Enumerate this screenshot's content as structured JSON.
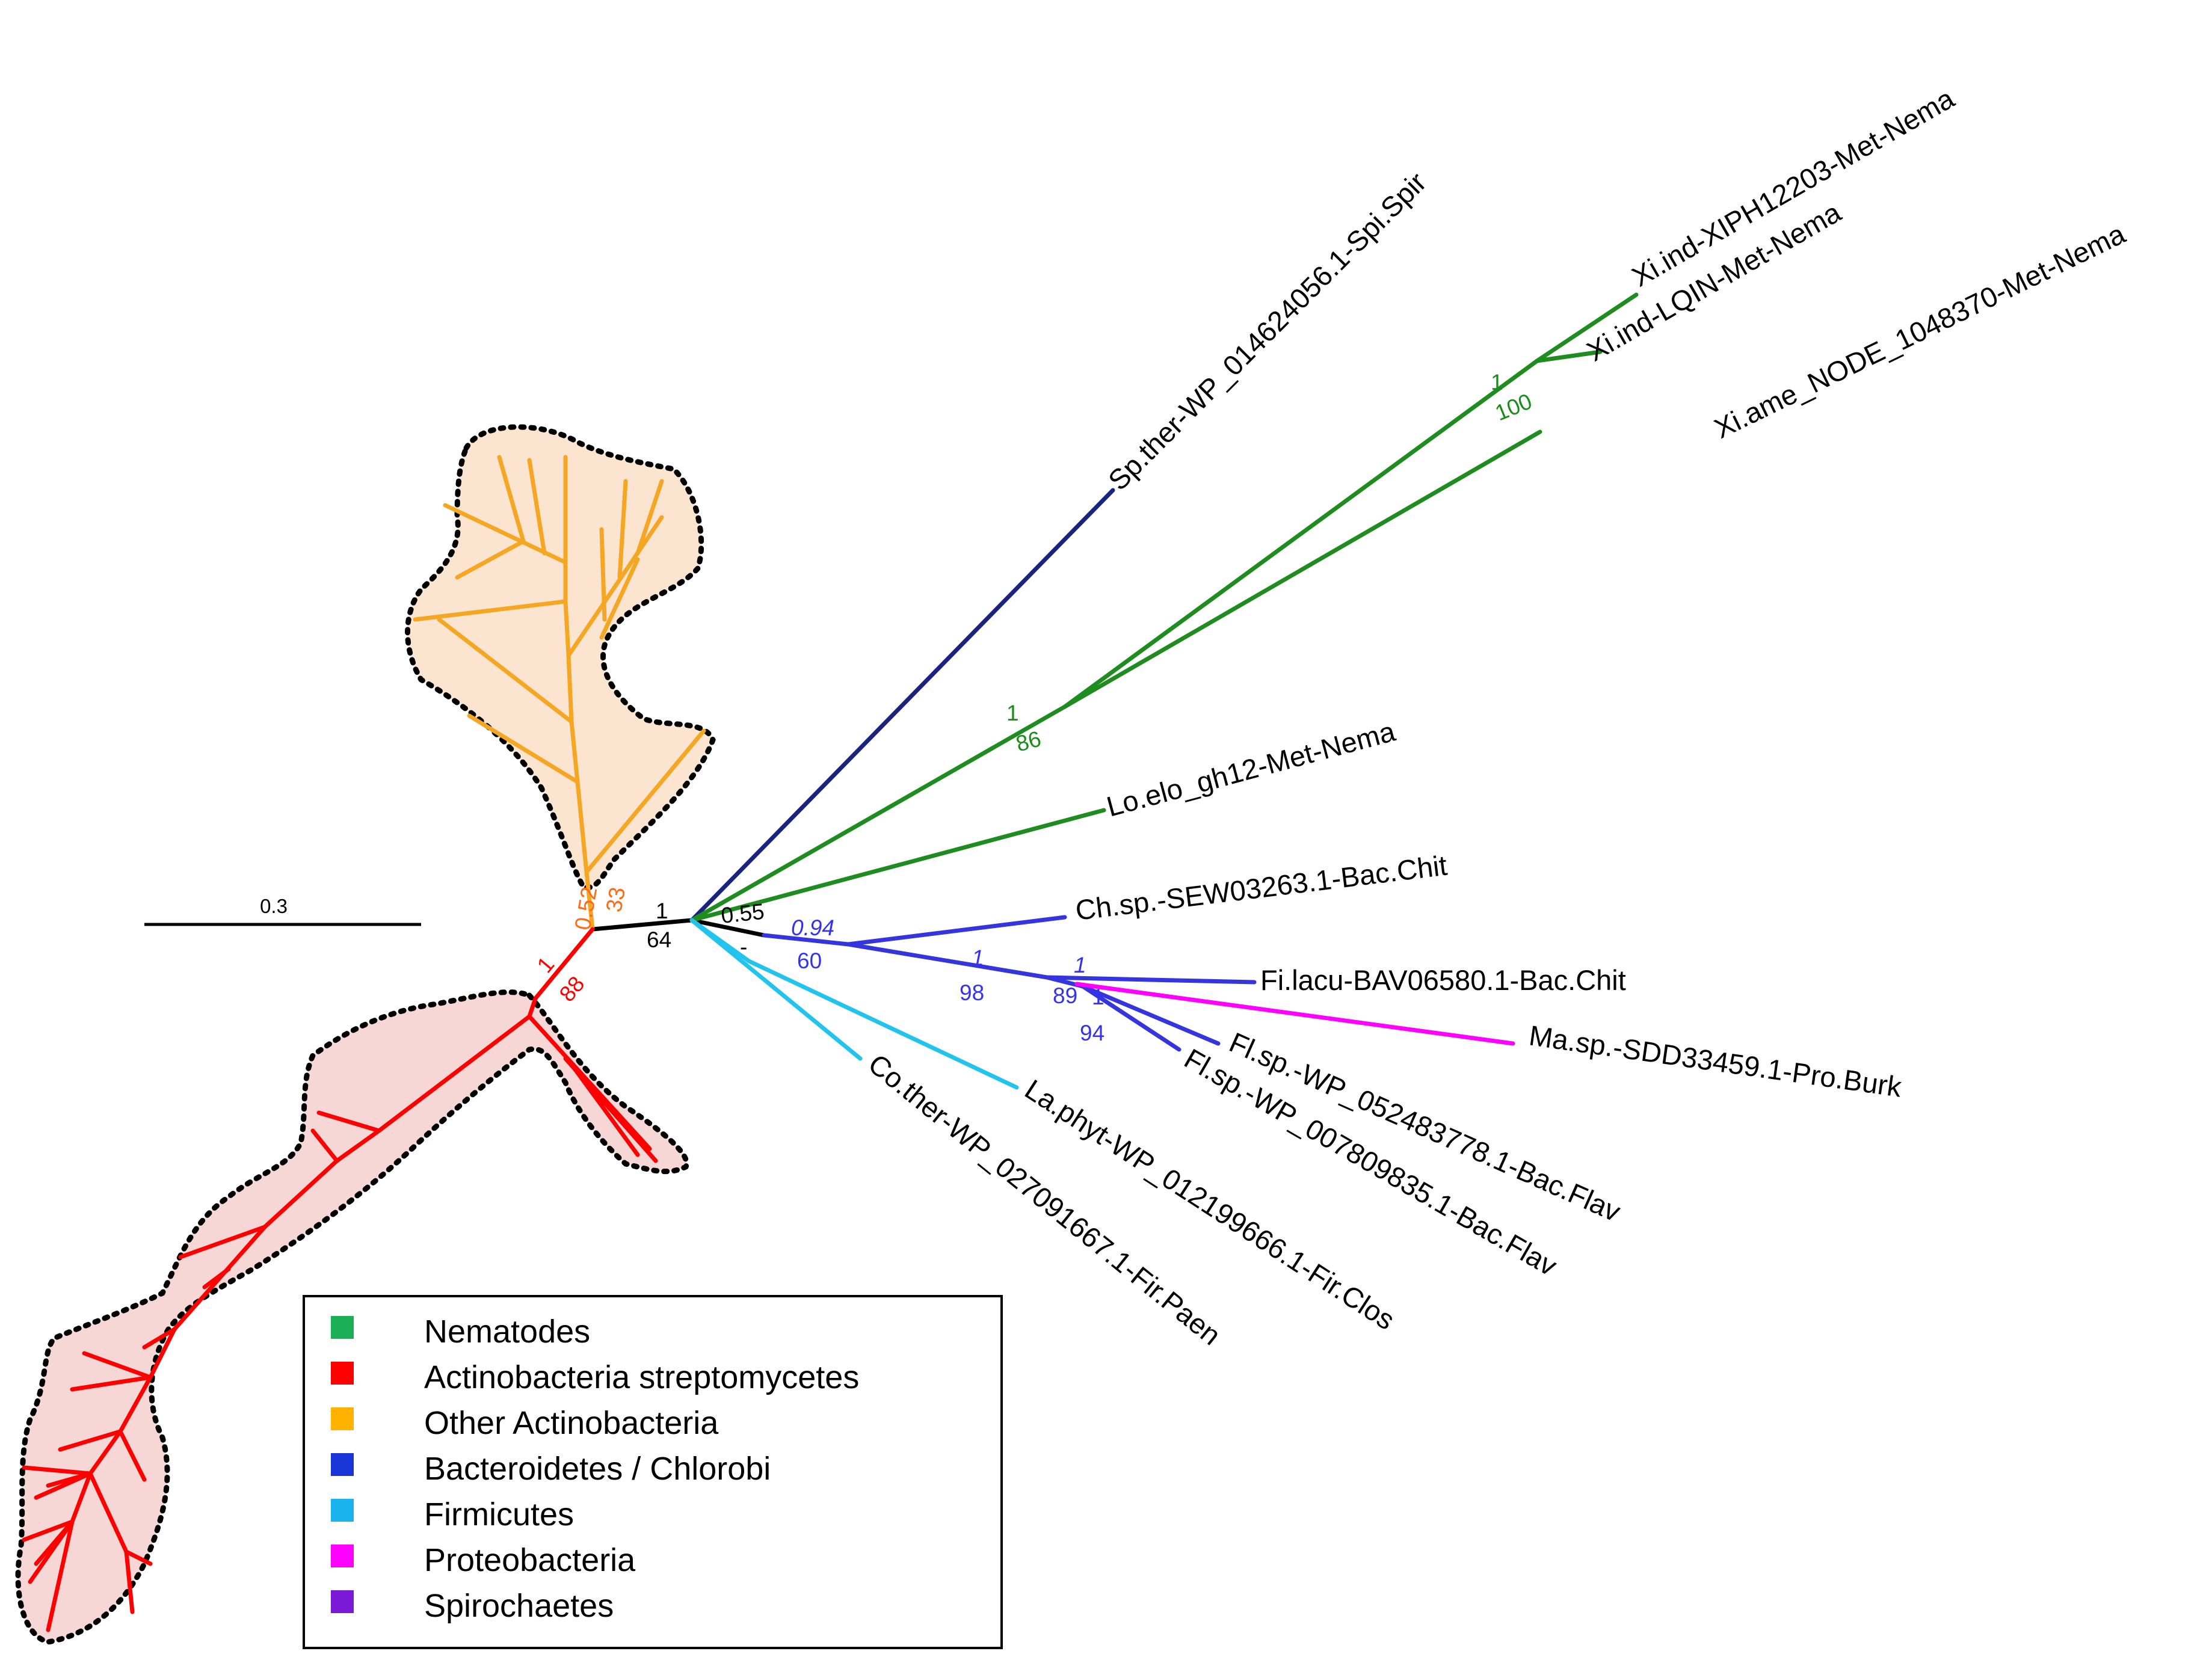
{
  "scale_bar": {
    "label": "0.3"
  },
  "leaves": [
    {
      "id": "sp_ther",
      "label": "Sp.ther-WP_014624056.1-Spi.Spir"
    },
    {
      "id": "xi_ind1",
      "label": "Xi.ind-XIPH12203-Met-Nema"
    },
    {
      "id": "xi_ind2",
      "label": "Xi.ind-LQIN-Met-Nema"
    },
    {
      "id": "xi_ame",
      "label": "Xi.ame_NODE_1048370-Met-Nema"
    },
    {
      "id": "lo_elo",
      "label": "Lo.elo_gh12-Met-Nema"
    },
    {
      "id": "ch_sp",
      "label": "Ch.sp.-SEW03263.1-Bac.Chit"
    },
    {
      "id": "fi_lacu",
      "label": "Fi.lacu-BAV06580.1-Bac.Chit"
    },
    {
      "id": "ma_sp",
      "label": "Ma.sp.-SDD33459.1-Pro.Burk"
    },
    {
      "id": "fl_sp1",
      "label": "Fl.sp.-WP_052483778.1-Bac.Flav"
    },
    {
      "id": "fl_sp2",
      "label": "Fl.sp.-WP_007809835.1-Bac.Flav"
    },
    {
      "id": "la_phyt",
      "label": "La.phyt-WP_012199666.1-Fir.Clos"
    },
    {
      "id": "co_ther",
      "label": "Co.ther-WP_027091667.1-Fir.Paen"
    }
  ],
  "supports": [
    {
      "id": "s_root_1",
      "text": "1",
      "color": "#000000"
    },
    {
      "id": "s_root_64",
      "text": "64",
      "color": "#000000"
    },
    {
      "id": "s_055",
      "text": "0.55",
      "color": "#000000"
    },
    {
      "id": "s_dash",
      "text": "-",
      "color": "#000000"
    },
    {
      "id": "s_094",
      "text": "0.94",
      "color": "#3333ee"
    },
    {
      "id": "s_60",
      "text": "60",
      "color": "#3333ee"
    },
    {
      "id": "s_b1",
      "text": "1",
      "color": "#3333ee"
    },
    {
      "id": "s_98",
      "text": "98",
      "color": "#3333ee"
    },
    {
      "id": "s_b1b",
      "text": "1",
      "color": "#3333ee"
    },
    {
      "id": "s_89",
      "text": "89",
      "color": "#3333ee"
    },
    {
      "id": "s_b1c",
      "text": "1",
      "color": "#3333ee"
    },
    {
      "id": "s_94",
      "text": "94",
      "color": "#3333ee"
    },
    {
      "id": "s_g1a",
      "text": "1",
      "color": "#1a8c1a"
    },
    {
      "id": "s_86",
      "text": "86",
      "color": "#1a8c1a"
    },
    {
      "id": "s_g1b",
      "text": "1",
      "color": "#1a8c1a"
    },
    {
      "id": "s_100",
      "text": "100",
      "color": "#1a8c1a"
    },
    {
      "id": "s_o052",
      "text": "0.52",
      "color": "#ff6a13"
    },
    {
      "id": "s_o33",
      "text": "33",
      "color": "#ff6a13"
    },
    {
      "id": "s_r1",
      "text": "1",
      "color": "#ff0000"
    },
    {
      "id": "s_r88",
      "text": "88",
      "color": "#ff0000"
    }
  ],
  "legend": {
    "items": [
      {
        "label": "Nematodes",
        "color": "#1aaf54"
      },
      {
        "label": "Actinobacteria streptomycetes",
        "color": "#ff0000"
      },
      {
        "label": "Other Actinobacteria",
        "color": "#ffb300"
      },
      {
        "label": "Bacteroidetes / Chlorobi",
        "color": "#1a35d6"
      },
      {
        "label": "Firmicutes",
        "color": "#1ab3f0"
      },
      {
        "label": "Proteobacteria",
        "color": "#ff00ff"
      },
      {
        "label": "Spirochaetes",
        "color": "#7a1ad6"
      }
    ]
  },
  "colors": {
    "nematodes": "#1e8c1e",
    "streptomycetes": "#ff0000",
    "other_actino": "#f5a623",
    "bacteroidetes": "#3535e0",
    "spirochaetes": "#1a237e",
    "firmicutes": "#22c4ee",
    "proteobacteria": "#ff00ff",
    "orange_fill": "#fbe5d0",
    "red_fill": "#f7d6d6"
  }
}
